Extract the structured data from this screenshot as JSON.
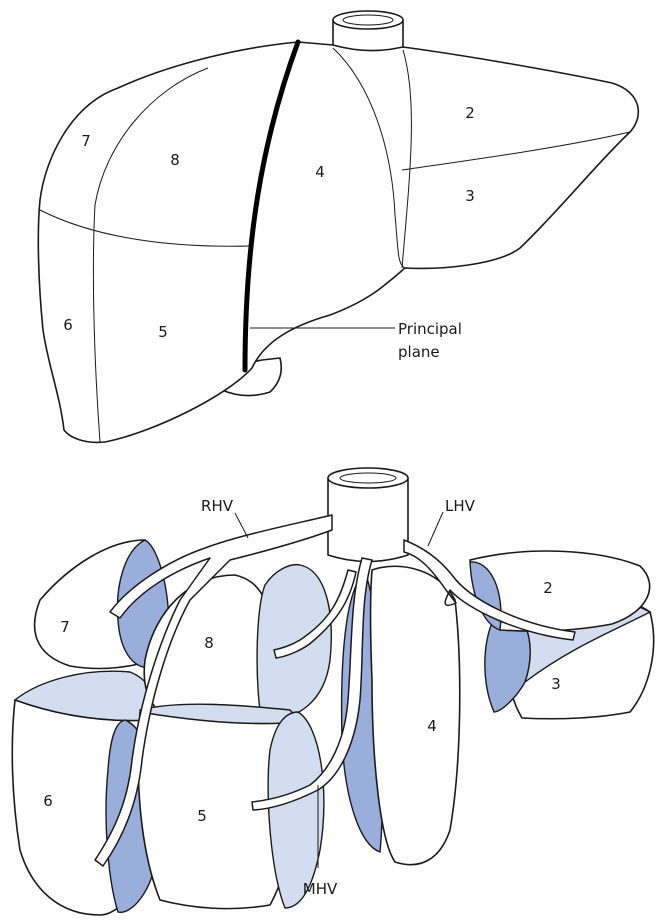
{
  "colors": {
    "cut_surface_dark": "#9aaedc",
    "cut_surface_light": "#d3ddf0",
    "outline": "#1a1a1a",
    "background": "#ffffff"
  },
  "top_diagram": {
    "segments": [
      "2",
      "3",
      "4",
      "5",
      "6",
      "7",
      "8"
    ],
    "callout_line1": "Principal",
    "callout_line2": "plane"
  },
  "bottom_diagram": {
    "segments": [
      "2",
      "3",
      "4",
      "5",
      "6",
      "7",
      "8"
    ],
    "veins": {
      "right": "RHV",
      "left": "LHV",
      "middle": "MHV"
    }
  }
}
